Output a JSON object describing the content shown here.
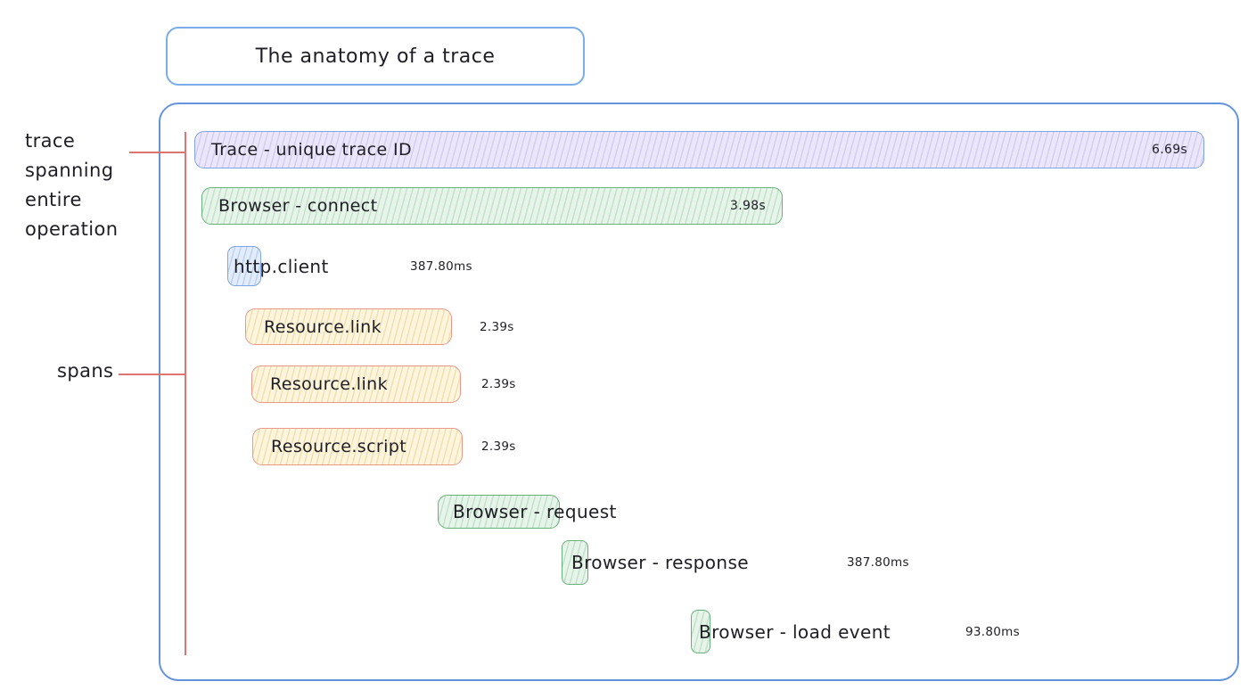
{
  "title": {
    "label": "The anatomy of a trace"
  },
  "annotations": {
    "trace": "trace\nspanning\nentire\noperation",
    "spans": "spans"
  },
  "trace_bar": {
    "label": "Trace - unique trace ID",
    "duration": "6.69s"
  },
  "spans": [
    {
      "id": "browser-connect",
      "label": "Browser - connect",
      "duration": "3.98s"
    },
    {
      "id": "http-client",
      "label": "http.client",
      "duration": "387.80ms"
    },
    {
      "id": "resource-link-1",
      "label": "Resource.link",
      "duration": "2.39s"
    },
    {
      "id": "resource-link-2",
      "label": "Resource.link",
      "duration": "2.39s"
    },
    {
      "id": "resource-script",
      "label": "Resource.script",
      "duration": "2.39s"
    },
    {
      "id": "browser-request",
      "label": "Browser - request"
    },
    {
      "id": "browser-response",
      "label": "Browser - response",
      "duration": "387.80ms"
    },
    {
      "id": "browser-load-event",
      "label": "Browser - load event",
      "duration": "93.80ms"
    }
  ],
  "colors": {
    "container_border": "#6495dc",
    "title_border": "#7badea",
    "annotation_line": "#dd7673",
    "trace_fill": "#ebe6f9",
    "trace_border": "#7ea6e6",
    "browser_fill": "#e6f4e9",
    "browser_border": "#67b27a",
    "resource_fill": "#fdf5de",
    "resource_border": "#e9998c",
    "http_client_fill": "#e2ecfa",
    "http_client_border": "#7ea6e6",
    "text": "#1e1e24"
  }
}
